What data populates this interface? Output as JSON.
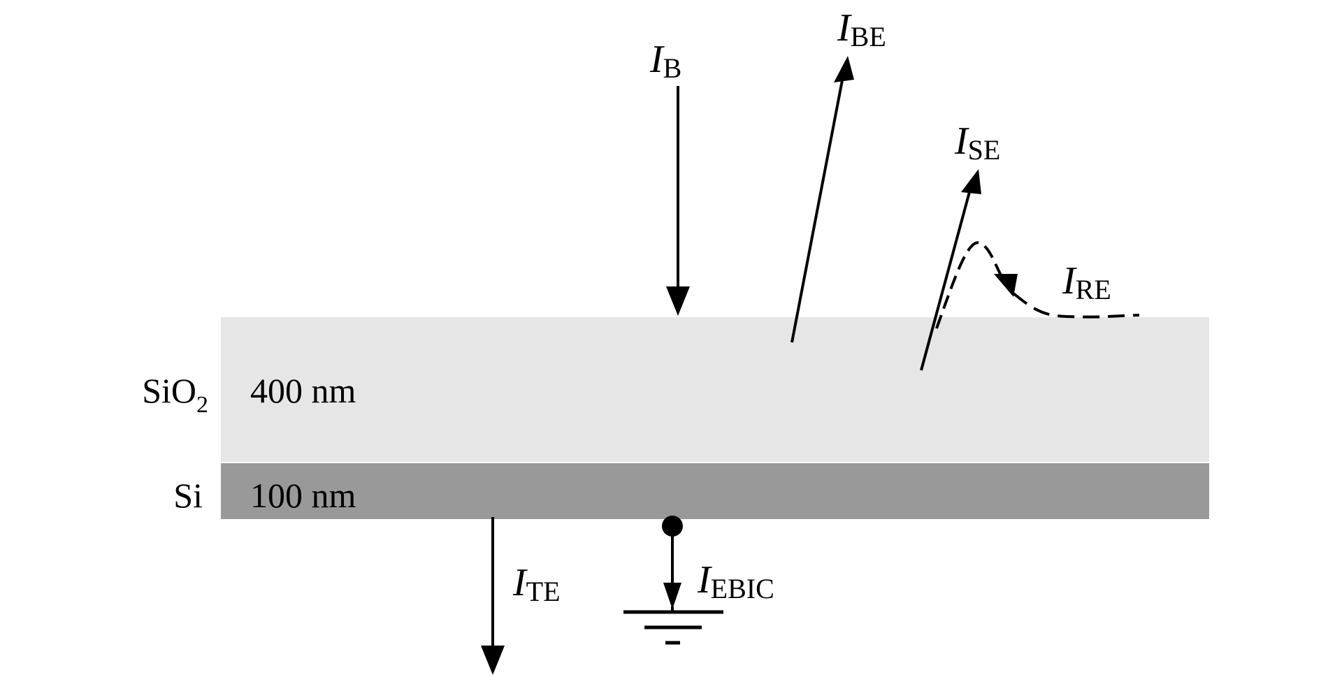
{
  "layers": [
    {
      "material": "SiO",
      "material_subscript": "2",
      "thickness": "400 nm",
      "color": "#e6e6e6"
    },
    {
      "material": "Si",
      "material_subscript": "",
      "thickness": "100 nm",
      "color": "#999999"
    }
  ],
  "currents": {
    "beam": {
      "symbol": "I",
      "subscript": "B"
    },
    "backscattered": {
      "symbol": "I",
      "subscript": "BE"
    },
    "secondary": {
      "symbol": "I",
      "subscript": "SE"
    },
    "reemitted": {
      "symbol": "I",
      "subscript": "RE"
    },
    "transmitted": {
      "symbol": "I",
      "subscript": "TE"
    },
    "ebic": {
      "symbol": "I",
      "subscript": "EBIC"
    }
  },
  "colors": {
    "ink": "#000000",
    "sio2_fill": "#e6e6e6",
    "si_fill": "#999999"
  },
  "icons": {
    "ground": "ground-symbol-icon",
    "contact": "contact-dot-icon"
  }
}
